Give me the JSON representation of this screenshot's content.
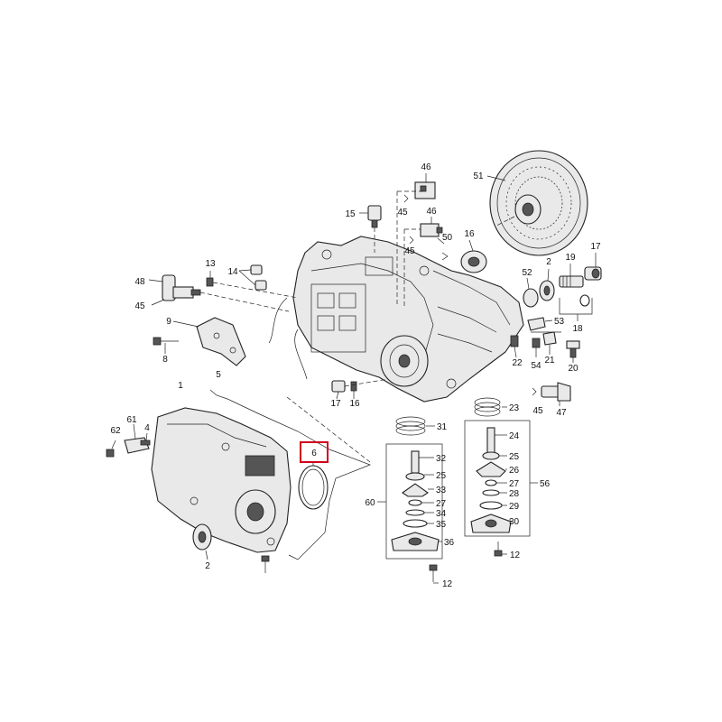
{
  "highlight": {
    "label": "6",
    "color": "#d0021b"
  },
  "callouts": {
    "c1": "1",
    "c2a": "2",
    "c2b": "2",
    "c4": "4",
    "c5": "5",
    "c8": "8",
    "c9": "9",
    "c12a": "12",
    "c12b": "12",
    "c13": "13",
    "c14": "14",
    "c15": "15",
    "c16a": "16",
    "c16b": "16",
    "c17a": "17",
    "c17b": "17",
    "c18": "18",
    "c19": "19",
    "c20": "20",
    "c21": "21",
    "c22": "22",
    "c23": "23",
    "c24": "24",
    "c25a": "25",
    "c25b": "25",
    "c26": "26",
    "c27a": "27",
    "c27b": "27",
    "c28": "28",
    "c29": "29",
    "c30": "30",
    "c31": "31",
    "c32": "32",
    "c33": "33",
    "c34": "34",
    "c35": "35",
    "c36": "36",
    "c45a": "45",
    "c45b": "45",
    "c45c": "45",
    "c45d": "45",
    "c46a": "46",
    "c46b": "46",
    "c47": "47",
    "c48": "48",
    "c50": "50",
    "c51": "51",
    "c52": "52",
    "c53": "53",
    "c54": "54",
    "c56": "56",
    "c60": "60",
    "c61": "61",
    "c62": "62"
  }
}
